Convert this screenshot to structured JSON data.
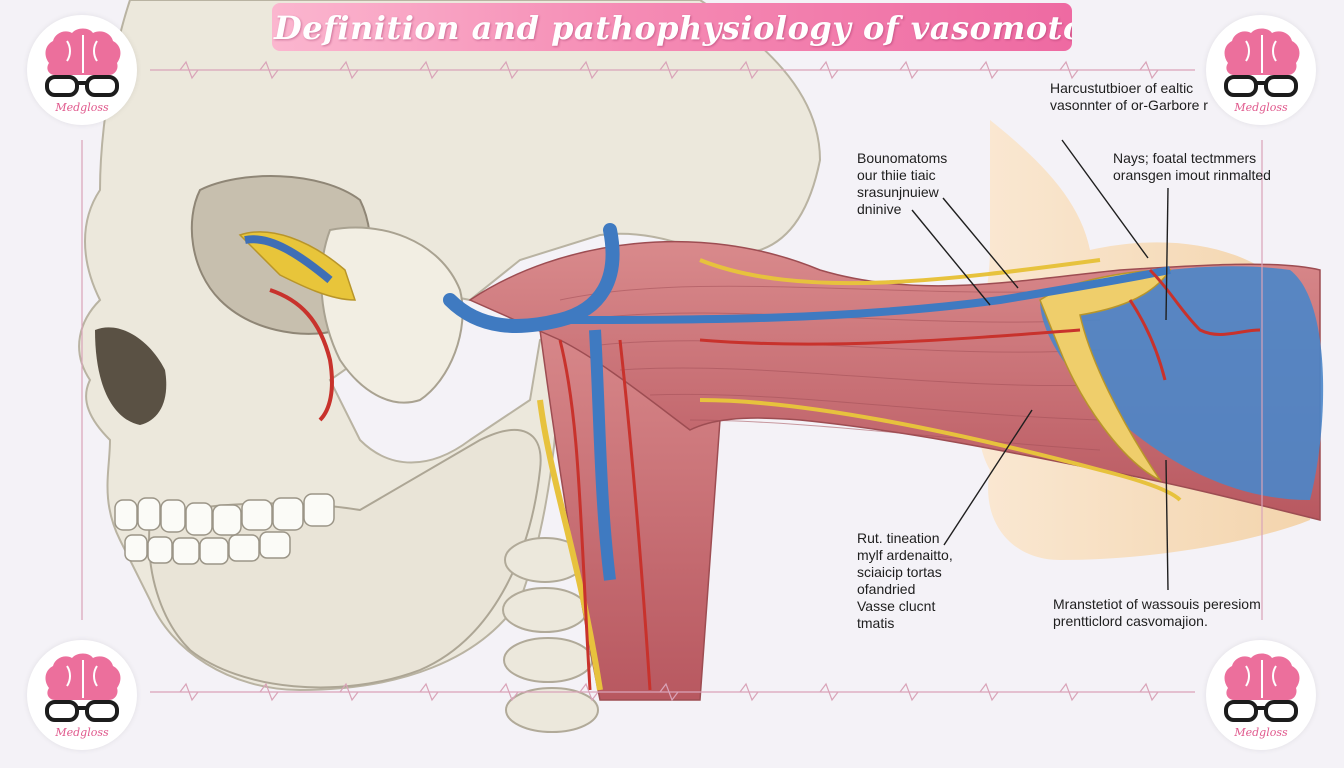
{
  "title": "Definition and pathophysiology of vasomotor rhinitis",
  "brand": {
    "name": "Medgloss",
    "colors": {
      "brain": "#ec6f9c",
      "title_gradient_start": "#fbb6cf",
      "title_gradient_end": "#ee6aa2",
      "ecg_line": "#d9a3b8"
    }
  },
  "labels": {
    "top_right": [
      "Harcustutbioer of ealtic",
      "vasonnter of or-Garbore r"
    ],
    "mid_left": [
      "Bounomatoms",
      "our thiie tiaic",
      "srasunjnuiew",
      "dninive"
    ],
    "mid_right": [
      "Nays; foatal tectmmers",
      "oransgen imout rinmalted"
    ],
    "lower_left": [
      "Rut. tineation",
      "mylf ardenaitto,",
      "sciaicip tortas",
      "ofandried",
      "Vasse clucnt",
      "tmatis"
    ],
    "lower_right": [
      "Mranstetiot of wassouis peresiom",
      "prentticlord casvomajion."
    ]
  }
}
